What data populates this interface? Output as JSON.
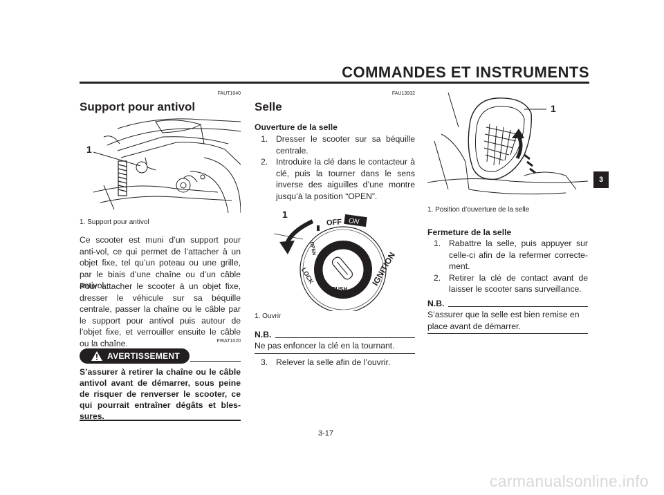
{
  "header": {
    "title": "COMMANDES ET INSTRUMENTS"
  },
  "chapter_tab": "3",
  "page_number": "3-17",
  "watermark": "carmanualsonline.info",
  "col1": {
    "code": "FAUT1040",
    "title": "Support pour antivol",
    "figure_label": "1",
    "caption": "1. Support pour antivol",
    "body": "Ce scooter est muni d’un support pour anti-vol, ce qui permet de l’attacher à un objet fixe, tel qu’un poteau ou une grille, par le biais d’une chaîne ou d’un câble antivol.",
    "body2": "Pour attacher le scooter à un objet fixe, dresser le véhicule sur sa béquille centrale, passer la chaîne ou le câble par le support pour antivol puis autour de l’objet fixe, et verrouiller ensuite le câble ou la chaîne.",
    "warning_code": "FWAT1020",
    "warning_label": "AVERTISSEMENT",
    "warning_text": "S’assurer à retirer la chaîne ou le câble antivol avant de démarrer, sous peine de risquer de renverser le scooter, ce qui pourrait entraîner dégâts et bles-sures."
  },
  "col2": {
    "code": "FAU13932",
    "title": "Selle",
    "subtitle": "Ouverture de la selle",
    "steps": [
      {
        "num": "1.",
        "text": "Dresser le scooter sur sa béquille centrale."
      },
      {
        "num": "2.",
        "text": "Introduire la clé dans le contacteur à clé, puis la tourner dans le sens inverse des aiguilles d’une montre jusqu’à la position “OPEN”."
      }
    ],
    "figure_label": "1",
    "switch_labels": {
      "off": "OFF",
      "on": "ON",
      "lock": "LOCK",
      "ignition": "IGNITION",
      "open": "OPEN",
      "push": "PUSH"
    },
    "caption": "1. Ouvrir",
    "nb_label": "N.B.",
    "nb_text": "Ne pas enfoncer la clé en la tournant.",
    "step3": {
      "num": "3.",
      "text": "Relever la selle afin de l’ouvrir."
    }
  },
  "col3": {
    "figure_label": "1",
    "caption": "1. Position d’ouverture de la selle",
    "subtitle": "Fermeture de la selle",
    "steps": [
      {
        "num": "1.",
        "text": "Rabattre la selle, puis appuyer sur celle-ci afin de la refermer correcte-ment."
      },
      {
        "num": "2.",
        "text": "Retirer la clé de contact avant de laisser le scooter sans surveillance."
      }
    ],
    "nb_label": "N.B.",
    "nb_text": "S’assurer que la selle est bien remise en place avant de démarrer."
  }
}
